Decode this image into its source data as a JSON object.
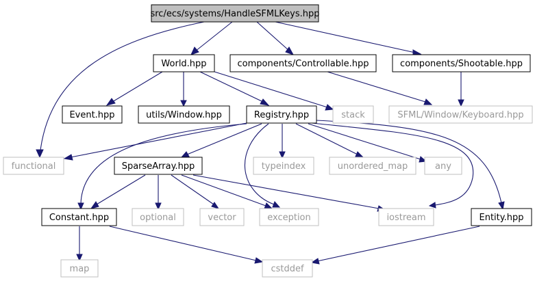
{
  "graph": {
    "colors": {
      "edge": "#191970",
      "root_fill": "#bfbfbf",
      "local_border": "#000000",
      "system_border": "#bfbfbf",
      "system_text": "#999999"
    },
    "nodes": {
      "root": "src/ecs/systems/HandleSFMLKeys.hpp",
      "world": "World.hpp",
      "controllable": "components/Controllable.hpp",
      "shootable": "components/Shootable.hpp",
      "event": "Event.hpp",
      "window": "utils/Window.hpp",
      "registry": "Registry.hpp",
      "stack": "stack",
      "keyboard": "SFML/Window/Keyboard.hpp",
      "functional": "functional",
      "sparsearray": "SparseArray.hpp",
      "typeindex": "typeindex",
      "unordered_map": "unordered_map",
      "any": "any",
      "constant": "Constant.hpp",
      "optional": "optional",
      "vector": "vector",
      "exception": "exception",
      "iostream": "iostream",
      "entity": "Entity.hpp",
      "map": "map",
      "cstddef": "cstddef"
    }
  }
}
